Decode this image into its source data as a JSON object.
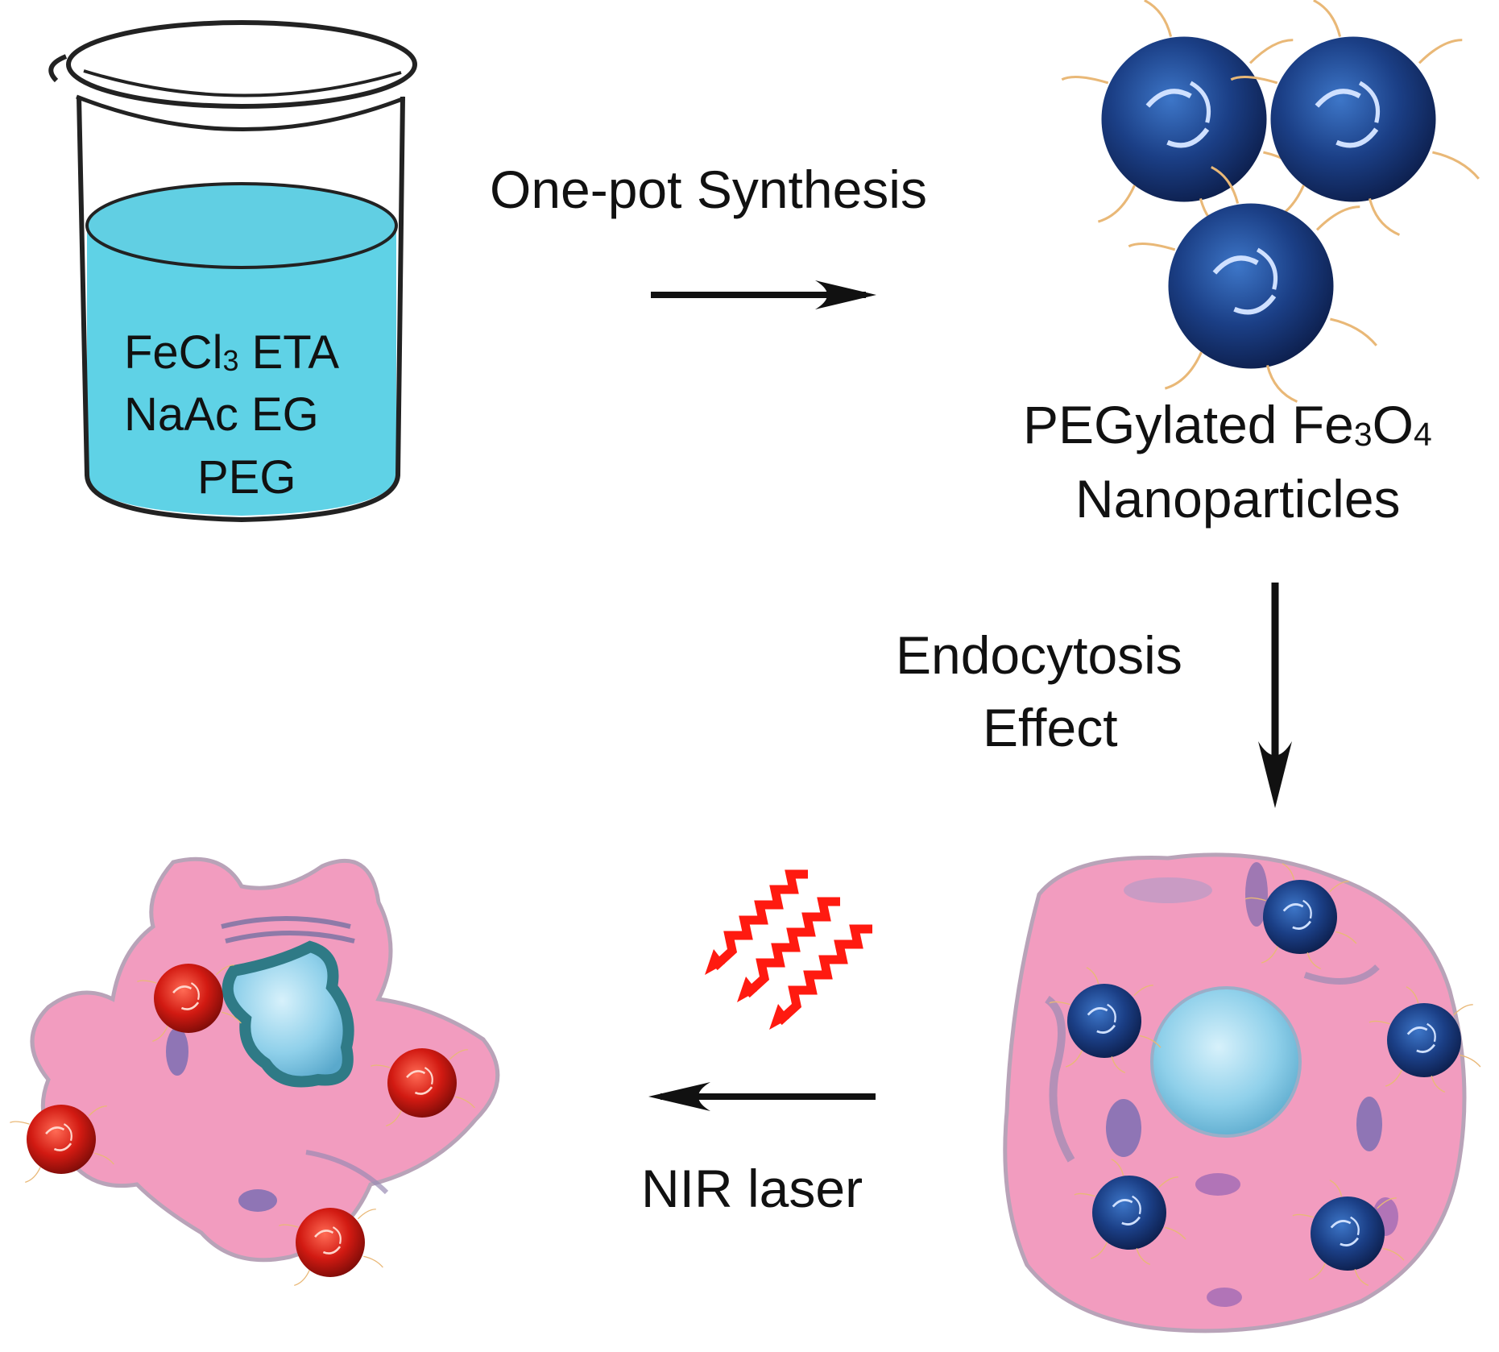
{
  "beaker": {
    "line1_a": "FeCl",
    "line1_sub": "3",
    "line1_b": " ETA",
    "line2": "NaAc  EG",
    "line3": "PEG"
  },
  "steps": {
    "synthesis": "One-pot Synthesis",
    "endocytosis_line1": "Endocytosis",
    "endocytosis_line2": "Effect",
    "laser": "NIR laser"
  },
  "product": {
    "line1_a": "PEGylated Fe",
    "line1_sub1": "3",
    "line1_b": "O",
    "line1_sub2": "4",
    "line2": "Nanoparticles"
  },
  "colors": {
    "solution": "#5fd2e6",
    "nanoparticle": "#1b3f86",
    "heated_nanoparticle": "#d21a12",
    "cell": "#f29cbf",
    "nucleus": "#8fd0ea",
    "laser": "#ff1a10"
  }
}
